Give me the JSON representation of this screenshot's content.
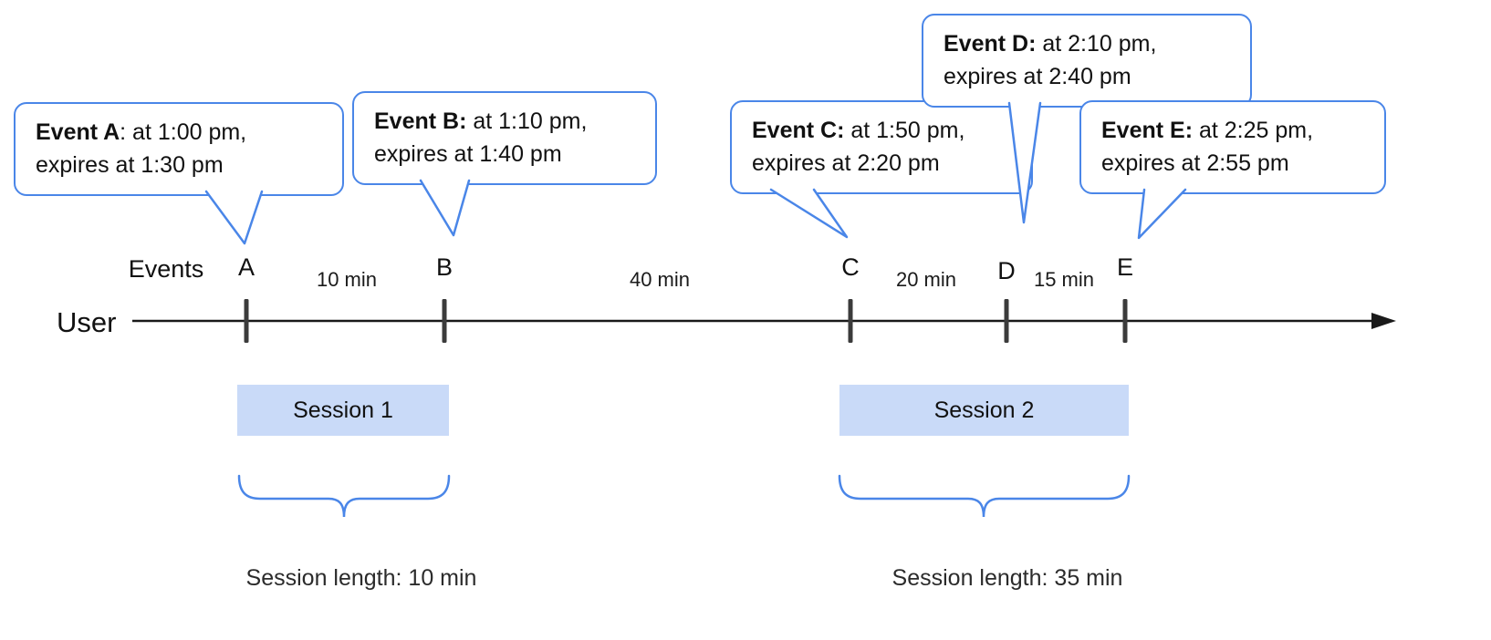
{
  "diagram": {
    "axis": {
      "user_label": "User",
      "events_label": "Events"
    },
    "events": [
      {
        "letter": "A",
        "bold": "Event A",
        "rest": ": at 1:00 pm,",
        "line2": "expires at 1:30 pm"
      },
      {
        "letter": "B",
        "bold": "Event B:",
        "rest": " at 1:10 pm,",
        "line2": "expires at 1:40 pm"
      },
      {
        "letter": "C",
        "bold": "Event C:",
        "rest": " at 1:50 pm,",
        "line2": "expires at 2:20 pm"
      },
      {
        "letter": "D",
        "bold": "Event D:",
        "rest": " at 2:10 pm,",
        "line2": "expires at 2:40 pm"
      },
      {
        "letter": "E",
        "bold": "Event E:",
        "rest": " at 2:25 pm,",
        "line2": "expires at 2:55 pm"
      }
    ],
    "intervals": [
      {
        "label": "10 min"
      },
      {
        "label": "40 min"
      },
      {
        "label": "20 min"
      },
      {
        "label": "15 min"
      }
    ],
    "sessions": [
      {
        "label": "Session 1",
        "length_label": "Session length: 10 min"
      },
      {
        "label": "Session 2",
        "length_label": "Session length: 35 min"
      }
    ],
    "colors": {
      "bubble_border": "#4a86e8",
      "brace": "#4a86e8",
      "session_fill": "#c9daf8",
      "tick": "#3b3b3b",
      "axis": "#1a1a1a"
    }
  }
}
